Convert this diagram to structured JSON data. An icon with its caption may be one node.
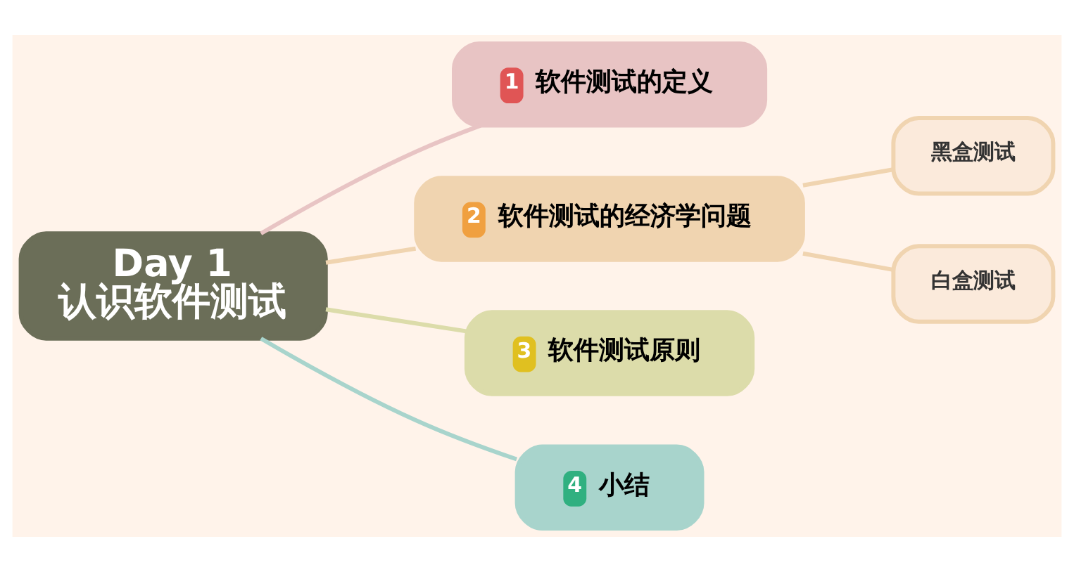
{
  "diagram": {
    "nodes": [
      {
        "text": [
          "Day 1",
          "认识软件测试"
        ]
      },
      {
        "text": [
          "1",
          "软件测试的定义"
        ]
      },
      {
        "text": [
          "2",
          "软件测试的经济学问题"
        ]
      },
      {
        "text": [
          "黑盒测试"
        ]
      },
      {
        "text": [
          "白盒测试"
        ]
      },
      {
        "text": [
          "3",
          "软件测试原则"
        ]
      },
      {
        "text": [
          "4",
          "小结"
        ]
      }
    ],
    "edges": [
      {
        "from": 0,
        "to": 1,
        "arrow": "none",
        "color": "#e8c4c4"
      },
      {
        "from": 0,
        "to": 2,
        "arrow": "none",
        "color": "#f0d4b0"
      },
      {
        "from": 2,
        "to": 3,
        "arrow": "none",
        "color": "#f0d4b0"
      },
      {
        "from": 2,
        "to": 4,
        "arrow": "none",
        "color": "#f0d4b0"
      },
      {
        "from": 0,
        "to": 5,
        "arrow": "none",
        "color": "#dcdcaa"
      },
      {
        "from": 0,
        "to": 6,
        "arrow": "none",
        "color": "#a8d4cc"
      }
    ]
  }
}
